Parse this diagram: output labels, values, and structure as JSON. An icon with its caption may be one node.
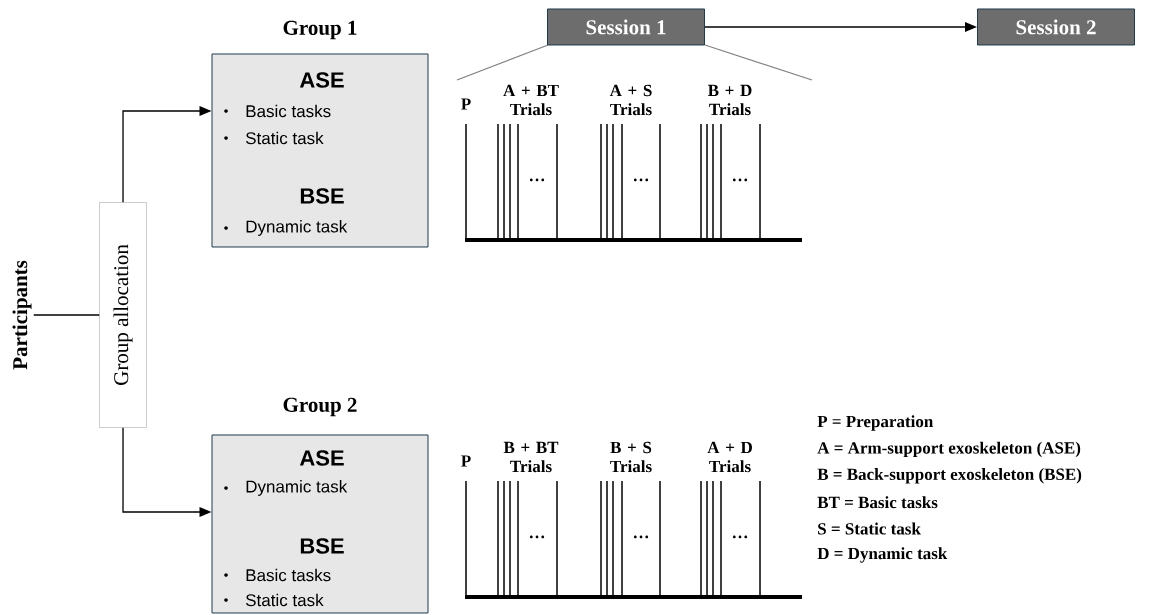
{
  "diagram": {
    "nodes": [
      {
        "text": [
          "Participants"
        ]
      },
      {
        "text": [
          "Group allocation"
        ]
      },
      {
        "text": [
          "Group 1",
          "ASE",
          "Basic tasks",
          "Static task",
          "BSE",
          "Dynamic task"
        ]
      },
      {
        "text": [
          "Group 2",
          "ASE",
          "Dynamic task",
          "BSE",
          "Basic tasks",
          "Static task"
        ]
      },
      {
        "text": [
          "Session 1"
        ]
      },
      {
        "text": [
          "Session 2"
        ]
      }
    ],
    "edges": [
      {
        "from": 0,
        "to": 1,
        "arrow": "none"
      },
      {
        "from": 1,
        "to": 2,
        "arrow": "to"
      },
      {
        "from": 1,
        "to": 3,
        "arrow": "to"
      },
      {
        "from": 4,
        "to": 5,
        "arrow": "to"
      }
    ],
    "labels": [
      "A + BT Trials",
      "A + S Trials",
      "B + D Trials",
      "P",
      "…",
      "…",
      "…",
      "B + BT Trials",
      "B + S Trials",
      "A + D Trials",
      "P",
      "…",
      "…",
      "…",
      "P = Preparation",
      "A = Arm-support exoskeleton (ASE)",
      "B = Back-support exoskeleton (BSE)",
      "BT = Basic tasks",
      "S = Static task",
      "D = Dynamic task"
    ]
  }
}
